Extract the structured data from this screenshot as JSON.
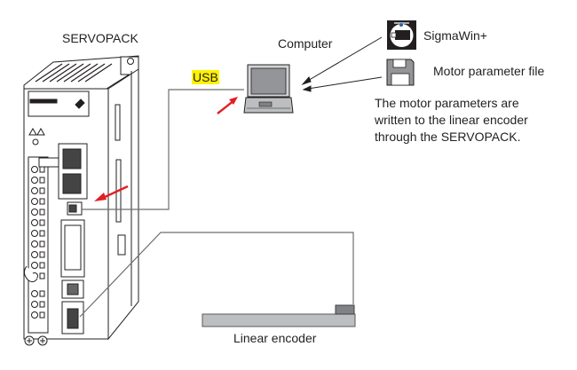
{
  "labels": {
    "servopack": "SERVOPACK",
    "computer": "Computer",
    "usb": "USB",
    "sigmawin": "SigmaWin+",
    "motor_param_file": "Motor parameter file",
    "linear_encoder": "Linear encoder"
  },
  "note": {
    "lines": [
      "The motor parameters are",
      "written to the linear encoder",
      "through the SERVOPACK."
    ]
  },
  "colors": {
    "usb_highlight": "#fff200",
    "arrow_red": "#e31e24",
    "cable": "#6d6e71",
    "encoder_fill": "#bcbec0",
    "encoder_head": "#808285"
  }
}
